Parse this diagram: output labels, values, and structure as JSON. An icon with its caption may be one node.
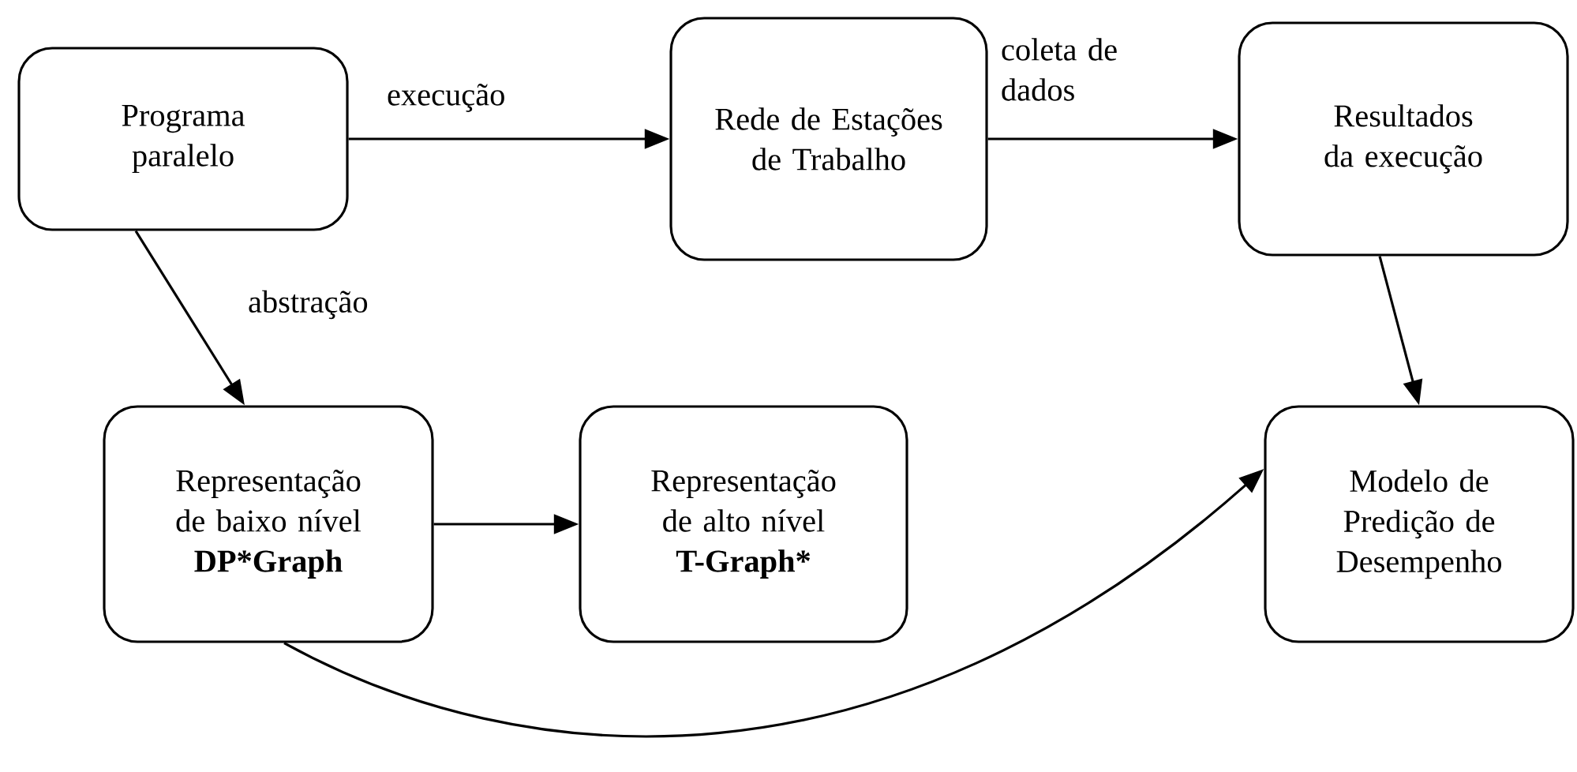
{
  "diagram": {
    "nodes": [
      {
        "text": [
          "Programa paralelo"
        ]
      },
      {
        "text": [
          "Rede de Estações de Trabalho"
        ]
      },
      {
        "text": [
          "Resultados da execução"
        ]
      },
      {
        "text": [
          "Representação de baixo nível",
          "DP*Graph"
        ]
      },
      {
        "text": [
          "Representação de alto nível",
          "T-Graph*"
        ]
      },
      {
        "text": [
          "Modelo de Predição de Desempenho"
        ]
      }
    ],
    "edges": [
      {
        "from": 0,
        "to": 1,
        "arrow": "to",
        "label": "execução"
      },
      {
        "from": 1,
        "to": 2,
        "arrow": "to",
        "label": "coleta de dados"
      },
      {
        "from": 0,
        "to": 3,
        "arrow": "to",
        "label": "abstração"
      },
      {
        "from": 2,
        "to": 5,
        "arrow": "to"
      },
      {
        "from": 3,
        "to": 4,
        "arrow": "to"
      },
      {
        "from": 3,
        "to": 5,
        "arrow": "to"
      }
    ]
  }
}
